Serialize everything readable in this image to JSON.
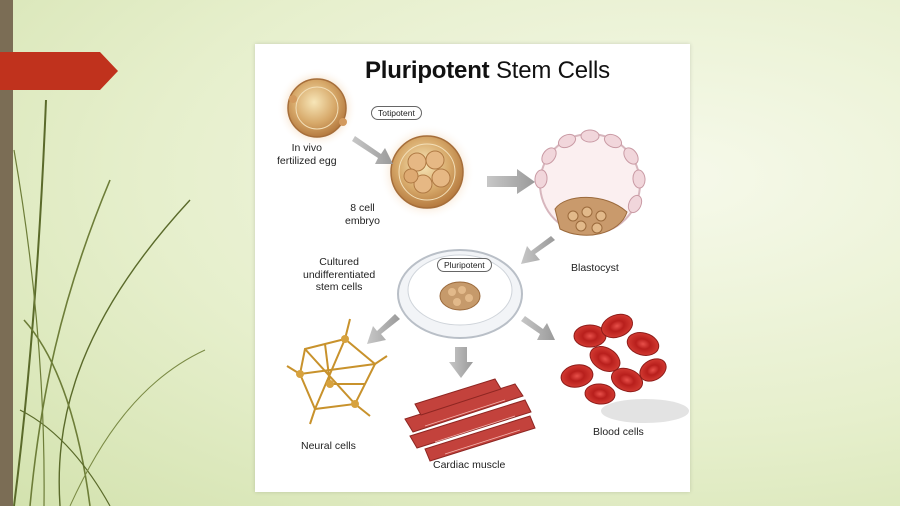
{
  "slide": {
    "title_bold": "Pluripotent",
    "title_rest": "Stem Cells",
    "badges": {
      "totipotent": "Totipotent",
      "pluripotent": "Pluripotent"
    },
    "labels": {
      "egg": [
        "In vivo",
        "fertilized egg"
      ],
      "embryo": [
        "8 cell",
        "embryo"
      ],
      "blastocyst": "Blastocyst",
      "cultured": [
        "Cultured",
        "undifferentiated",
        "stem cells"
      ],
      "neural": "Neural cells",
      "cardiac": "Cardiac muscle",
      "blood": "Blood cells"
    }
  },
  "colors": {
    "accent_red": "#c0321d",
    "left_bar": "#7b6d55",
    "grass": "#5a6a2a"
  }
}
